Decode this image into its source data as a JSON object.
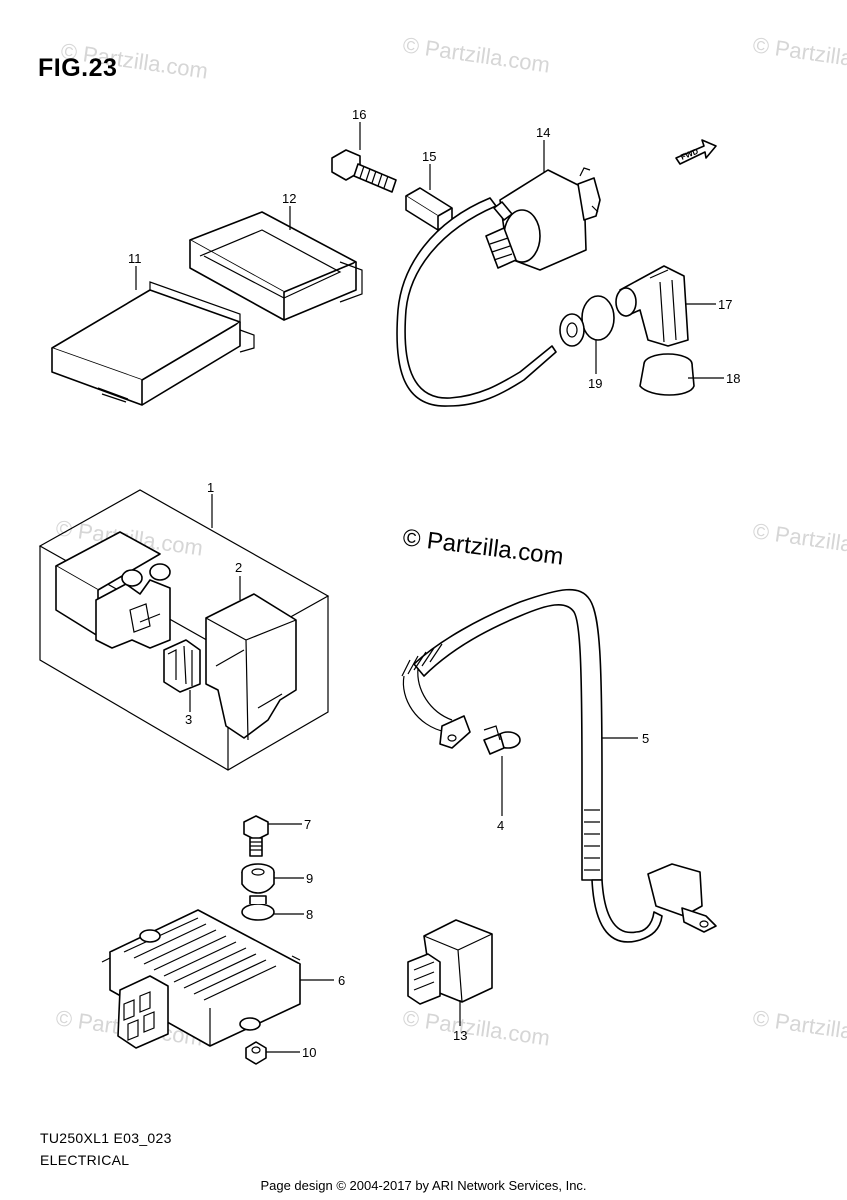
{
  "figure": {
    "title": "FIG.23",
    "model_code": "TU250XL1 E03_023",
    "section_name": "ELECTRICAL",
    "fwd_label": "FWD",
    "copyright_center": "© Partzilla.com",
    "watermark": "© Partzilla.com"
  },
  "callouts": [
    "1",
    "2",
    "3",
    "4",
    "5",
    "6",
    "7",
    "8",
    "9",
    "10",
    "11",
    "12",
    "13",
    "14",
    "15",
    "16",
    "17",
    "18",
    "19"
  ],
  "footer": {
    "text": "Page design © 2004-2017 by ARI Network Services, Inc."
  }
}
